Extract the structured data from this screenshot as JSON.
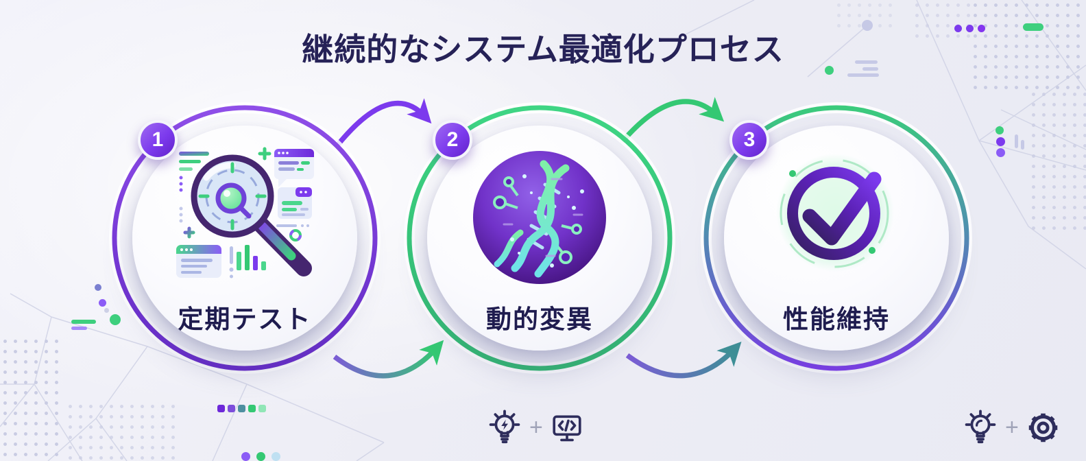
{
  "title": "継続的なシステム最適化プロセス",
  "steps": [
    {
      "number": "1",
      "label": "定期テスト",
      "icon": "magnifier-analysis-icon",
      "ring_color": "#7c3aed"
    },
    {
      "number": "2",
      "label": "動的変異",
      "icon": "dna-helix-icon",
      "ring_color": "#34c873"
    },
    {
      "number": "3",
      "label": "性能維持",
      "icon": "check-circle-icon",
      "ring_color": "green-to-purple-gradient"
    }
  ],
  "footer": {
    "center": {
      "left_icon": "lightbulb-bolt-icon",
      "separator": "+",
      "right_icon": "monitor-code-icon"
    },
    "right": {
      "left_icon": "lightbulb-icon",
      "separator": "+",
      "right_icon": "gear-icon"
    }
  },
  "colors": {
    "background": "#edeef5",
    "title_text": "#262257",
    "step_label_text": "#1f1c4f",
    "ring_purple": "#7c3aed",
    "ring_green": "#34c873",
    "badge_purple": "#6d28d9",
    "arrow_purple": "#7c3aed",
    "arrow_green": "#34c873",
    "arrow_teal": "#3e8f96",
    "footer_icon_stroke": "#2e2d5c",
    "decor_lavender": "#c6c9e6",
    "decor_green": "#3ecf7e"
  }
}
